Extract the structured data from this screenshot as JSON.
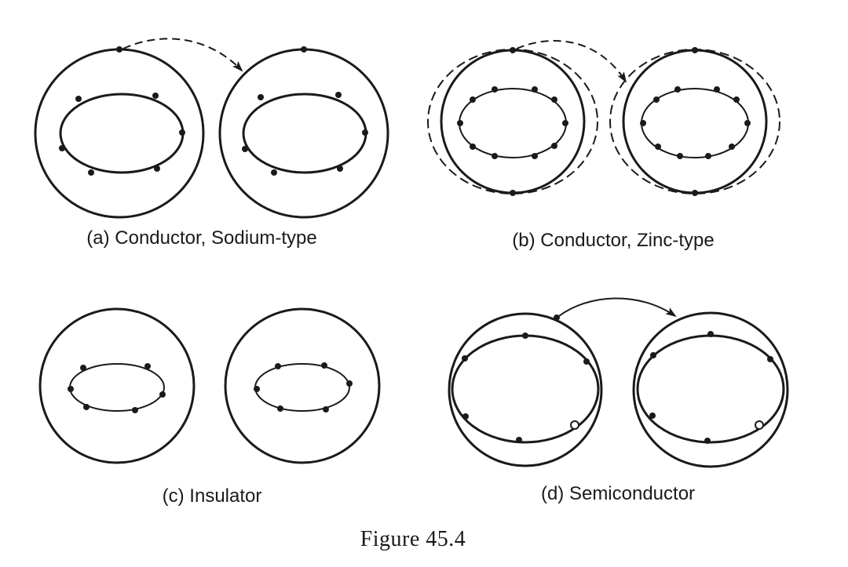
{
  "panels": [
    {
      "id": "a",
      "caption": "(a) Conductor, Sodium-type"
    },
    {
      "id": "b",
      "caption": "(b) Conductor, Zinc-type"
    },
    {
      "id": "c",
      "caption": "(c) Insulator"
    },
    {
      "id": "d",
      "caption": "(d) Semiconductor"
    }
  ],
  "figure_label": "Figure 45.4",
  "colors": {
    "stroke": "#1a1a1a",
    "background": "#ffffff"
  }
}
